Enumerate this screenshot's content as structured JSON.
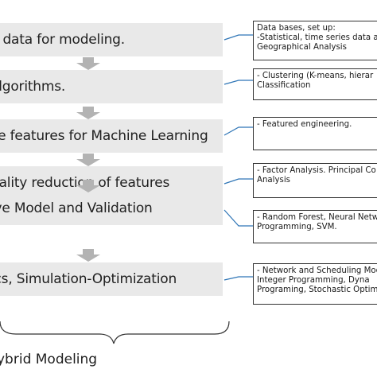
{
  "steps": [
    {
      "label": "e data for modeling."
    },
    {
      "label": "algorithms."
    },
    {
      "label": "ce features for Machine Learning"
    },
    {
      "label": "nality reduction of features"
    },
    {
      "label": "ive Model and Validation"
    },
    {
      "label": "ics, Simulation-Optimization"
    }
  ],
  "notes": [
    {
      "lines": [
        "Data bases, set up:",
        " -Statistical, time series data ana",
        "  Geographical Analysis"
      ]
    },
    {
      "lines": [
        "  - Clustering (K-means, hierar",
        "    Classification"
      ]
    },
    {
      "lines": [
        "  - Featured engineering."
      ]
    },
    {
      "lines": [
        "  -  Factor Analysis. Principal Co",
        "      Analysis"
      ]
    },
    {
      "lines": [
        " - Random Forest, Neural Netw",
        "   Programming, SVM."
      ]
    },
    {
      "lines": [
        "  - Network and Scheduling Mod",
        "    Integer Programming, Dyna",
        "    Programing, Stochastic Optim"
      ]
    }
  ],
  "footer": {
    "label": "ybrid  Modeling"
  },
  "colors": {
    "box_fill": "#e9e9e9",
    "arrow_fill": "#b3b3b3",
    "connector": "#2e75b6",
    "border": "#333333"
  }
}
